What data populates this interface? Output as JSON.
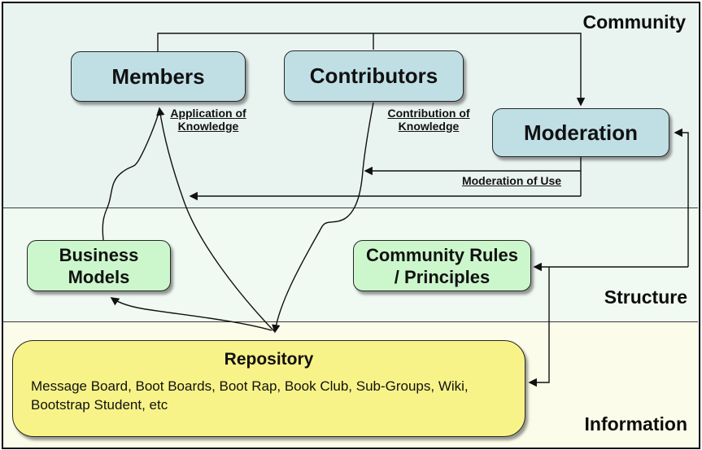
{
  "bands": {
    "community": {
      "label": "Community",
      "bg": "#e9f4f1"
    },
    "structure": {
      "label": "Structure",
      "bg": "#f0faf2"
    },
    "information": {
      "label": "Information",
      "bg": "#fbfce9"
    }
  },
  "nodes": {
    "members": {
      "label": "Members",
      "fill": "#bfdfe5"
    },
    "contributors": {
      "label": "Contributors",
      "fill": "#bfdfe5"
    },
    "moderation": {
      "label": "Moderation",
      "fill": "#bfdfe5"
    },
    "business_models": {
      "lines": [
        "Business",
        "Models"
      ],
      "fill": "#ccf7cc"
    },
    "community_rules": {
      "lines": [
        "Community Rules",
        "/ Principles"
      ],
      "fill": "#ccf7cc"
    },
    "repository": {
      "title": "Repository",
      "items": "Message Board, Boot Boards, Boot Rap, Book Club, Sub-Groups, Wiki, Bootstrap Student, etc",
      "fill": "#f8f388"
    }
  },
  "edge_labels": {
    "application": {
      "lines": [
        "Application of",
        "Knowledge"
      ]
    },
    "contribution": {
      "lines": [
        "Contribution of",
        "Knowledge"
      ]
    },
    "moderation_of_use": {
      "text": "Moderation of Use"
    }
  },
  "colors": {
    "line": "#111111",
    "node_border": "#262626",
    "frame": "#000000"
  }
}
